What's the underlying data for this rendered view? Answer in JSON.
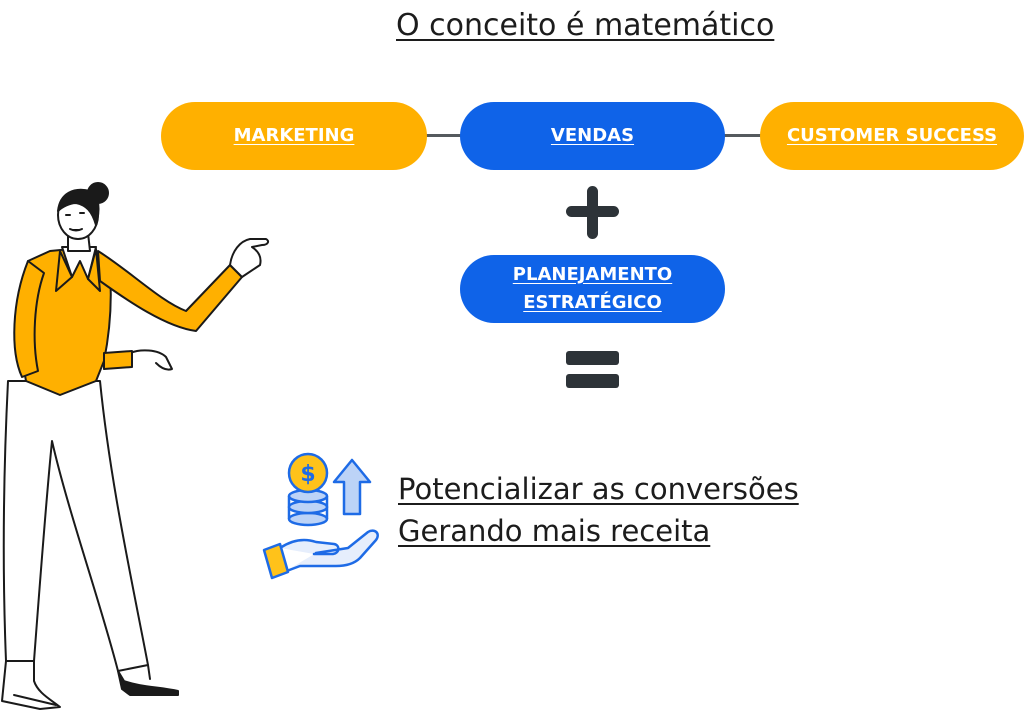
{
  "title": "O conceito é matemático",
  "flow": {
    "marketing": "MARKETING",
    "vendas": "VENDAS",
    "customer_success": "CUSTOMER SUCCESS",
    "planejamento": "PLANEJAMENTO\nESTRATÉGICO"
  },
  "result": {
    "line1": "Potencializar as conversões",
    "line2": "Gerando mais receita"
  },
  "icons": {
    "operator_plus": "plus-icon",
    "operator_equals": "equals-icon",
    "revenue": "money-growth-icon",
    "illustration": "businesswoman-illustration"
  },
  "colors": {
    "yellow": "#FFB000",
    "blue": "#0F63E8",
    "dark": "#2d3338"
  }
}
